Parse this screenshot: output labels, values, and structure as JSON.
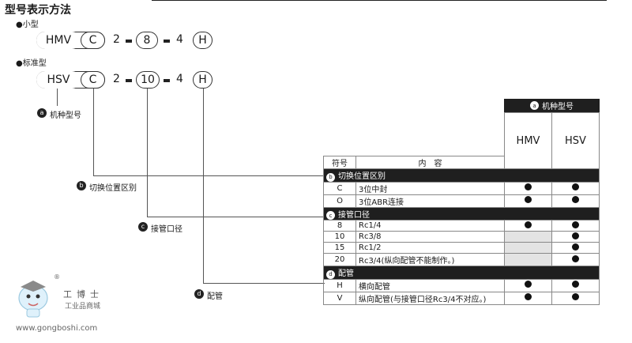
{
  "title": "型号表示方法",
  "small": {
    "label": "●小型",
    "parts": [
      "HMV",
      "C",
      "2",
      "8",
      "4",
      "H"
    ]
  },
  "standard": {
    "label": "●标准型",
    "parts": [
      "HSV",
      "C",
      "2",
      "10",
      "4",
      "H"
    ]
  },
  "callouts": {
    "a": {
      "marker": "a",
      "text": "机种型号"
    },
    "b": {
      "marker": "b",
      "text": "切换位置区别"
    },
    "c": {
      "marker": "c",
      "text": "接管口径"
    },
    "d": {
      "marker": "d",
      "text": "配管"
    }
  },
  "table": {
    "header_symbol": "符号",
    "header_content": "内　容",
    "model_header": {
      "marker": "a",
      "text": "机种型号"
    },
    "models": [
      "HMV",
      "HSV"
    ],
    "sections": [
      {
        "marker": "b",
        "title": "切换位置区别",
        "rows": [
          {
            "symbol": "C",
            "content": "3位中封",
            "hmv": "dot",
            "hsv": "dot"
          },
          {
            "symbol": "O",
            "content": "3位ABR连接",
            "hmv": "dot",
            "hsv": "dot"
          }
        ]
      },
      {
        "marker": "c",
        "title": "接管口径",
        "rows": [
          {
            "symbol": "8",
            "content": "Rc1/4",
            "hmv": "dot",
            "hsv": "dot"
          },
          {
            "symbol": "10",
            "content": "Rc3/8",
            "hmv": "gray",
            "hsv": "dot"
          },
          {
            "symbol": "15",
            "content": "Rc1/2",
            "hmv": "gray",
            "hsv": "dot"
          },
          {
            "symbol": "20",
            "content": "Rc3/4(纵向配管不能制作。)",
            "hmv": "gray",
            "hsv": "dot"
          }
        ]
      },
      {
        "marker": "d",
        "title": "配管",
        "rows": [
          {
            "symbol": "H",
            "content": "横向配管",
            "hmv": "dot",
            "hsv": "dot"
          },
          {
            "symbol": "V",
            "content": "纵向配管(与接管口径Rc3/4不对应。)",
            "hmv": "dot",
            "hsv": "dot"
          }
        ]
      }
    ]
  },
  "watermark": {
    "brand": "工博士",
    "tagline": "工业品商城",
    "url": "www.gongboshi.com",
    "registered": "®"
  }
}
